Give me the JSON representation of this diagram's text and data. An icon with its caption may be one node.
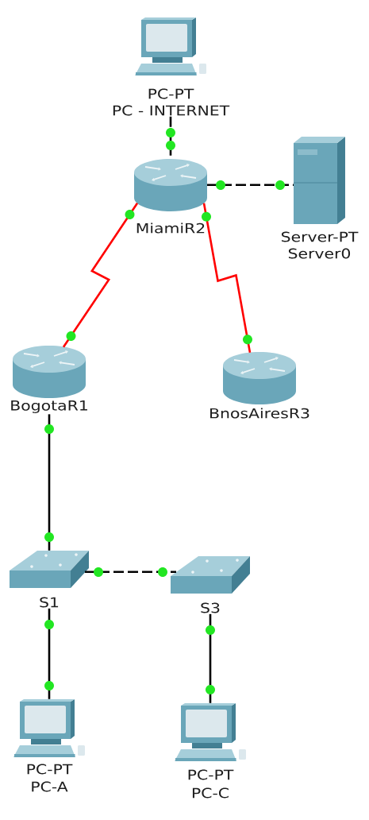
{
  "diagram": {
    "nodes": [
      {
        "text": [
          "PC-PT",
          "PC - INTERNET"
        ]
      },
      {
        "text": [
          "MiamiR2"
        ]
      },
      {
        "text": [
          "Server-PT",
          "Server0"
        ]
      },
      {
        "text": [
          "BogotaR1"
        ]
      },
      {
        "text": [
          "BnosAiresR3"
        ]
      },
      {
        "text": [
          "S1"
        ]
      },
      {
        "text": [
          "S3"
        ]
      },
      {
        "text": [
          "PC-PT",
          "PC-A"
        ]
      },
      {
        "text": [
          "PC-PT",
          "PC-C"
        ]
      }
    ],
    "edges": [
      {
        "from": 0,
        "to": 1,
        "arrow": "none",
        "style": "dashed"
      },
      {
        "from": 1,
        "to": 2,
        "arrow": "none",
        "style": "dashed"
      },
      {
        "from": 1,
        "to": 3,
        "arrow": "none",
        "color": "#ff0000"
      },
      {
        "from": 1,
        "to": 4,
        "arrow": "none",
        "color": "#ff0000"
      },
      {
        "from": 3,
        "to": 5,
        "arrow": "none"
      },
      {
        "from": 5,
        "to": 6,
        "arrow": "none",
        "style": "dashed"
      },
      {
        "from": 5,
        "to": 7,
        "arrow": "none"
      },
      {
        "from": 6,
        "to": 8,
        "arrow": "none"
      }
    ]
  }
}
